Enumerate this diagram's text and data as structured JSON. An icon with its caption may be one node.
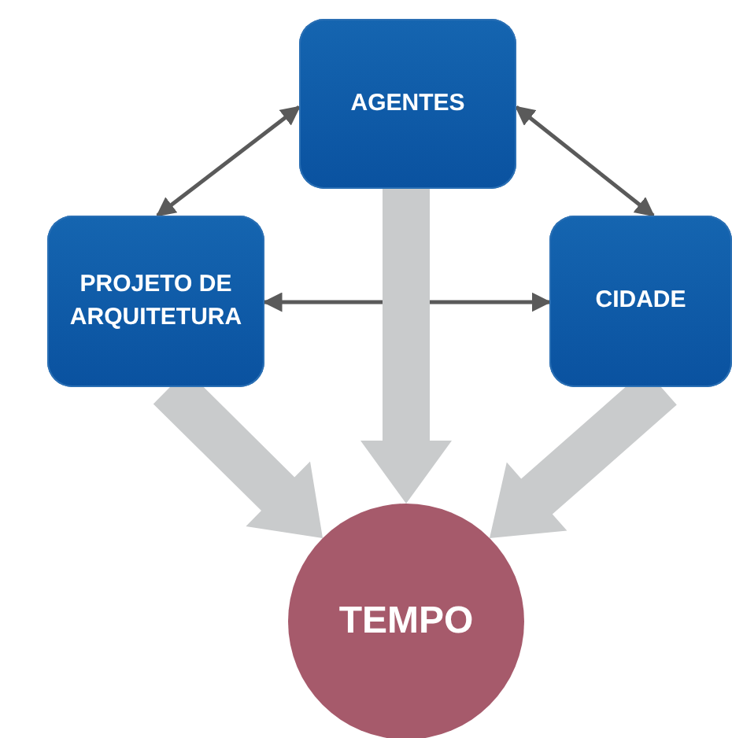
{
  "diagram": {
    "nodes": [
      {
        "text": [
          "AGENTES"
        ]
      },
      {
        "text": [
          "PROJETO DE ARQUITETURA"
        ]
      },
      {
        "text": [
          "CIDADE"
        ]
      },
      {
        "text": [
          "TEMPO"
        ]
      }
    ],
    "edges": [
      {
        "from": 0,
        "to": 1,
        "arrow": "both"
      },
      {
        "from": 0,
        "to": 2,
        "arrow": "both"
      },
      {
        "from": 1,
        "to": 2,
        "arrow": "both"
      },
      {
        "from": 0,
        "to": 3,
        "arrow": "to",
        "style": "thick",
        "color": "#c9cbcc"
      },
      {
        "from": 1,
        "to": 3,
        "arrow": "to",
        "style": "thick",
        "color": "#c9cbcc"
      },
      {
        "from": 2,
        "to": 3,
        "arrow": "to",
        "style": "thick",
        "color": "#c9cbcc"
      }
    ]
  }
}
